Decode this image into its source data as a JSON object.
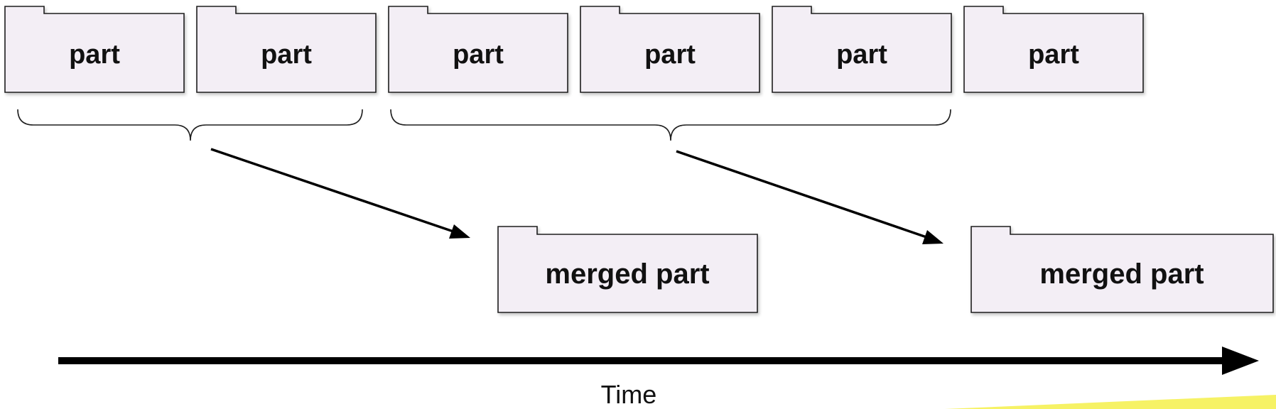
{
  "parts": [
    {
      "label": "part"
    },
    {
      "label": "part"
    },
    {
      "label": "part"
    },
    {
      "label": "part"
    },
    {
      "label": "part"
    },
    {
      "label": "part"
    }
  ],
  "merged_parts": [
    {
      "label": "merged part"
    },
    {
      "label": "merged part"
    }
  ],
  "merge_groups": [
    {
      "from_parts": [
        1,
        2
      ],
      "into": 1
    },
    {
      "from_parts": [
        3,
        4,
        5
      ],
      "into": 2
    }
  ],
  "timeline": {
    "label": "Time"
  },
  "colors": {
    "folder_fill": "#f3eef5",
    "stroke": "#1f1f1f",
    "accent_highlight": "#f5f04a"
  }
}
